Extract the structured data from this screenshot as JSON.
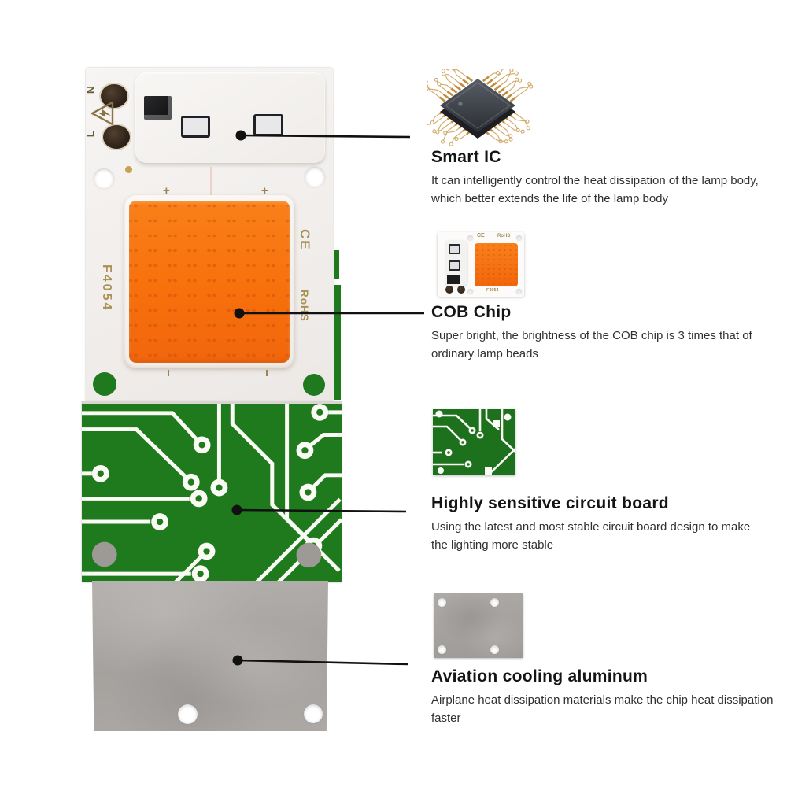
{
  "page": {
    "background": "#ffffff"
  },
  "product": {
    "white_board": {
      "marking_n": "N",
      "marking_l": "L",
      "plus_left": "+",
      "plus_right": "+",
      "model": "F4054",
      "ce": "CE",
      "rohs": "RoHS"
    },
    "colors": {
      "cob_orange": "#f8700c",
      "pcb_green": "#1e7a1d",
      "aluminum_gray": "#a8a4a1",
      "silkscreen_gold": "#a99158",
      "callout_black": "#111111"
    }
  },
  "cob_thumbnail": {
    "ce": "CE",
    "rohs": "RoHS",
    "model": "F4054"
  },
  "sections": [
    {
      "id": "smart-ic",
      "icon": "ic-chip-icon",
      "title": "Smart IC",
      "description_lines": [
        "It can intelligently control the heat dissipation of the lamp body,",
        "which better extends the life of the lamp body"
      ]
    },
    {
      "id": "cob-chip",
      "icon": "cob-module-thumbnail",
      "title": "COB Chip",
      "description_lines": [
        "Super bright, the brightness of the COB chip is 3 times that of",
        "ordinary lamp beads"
      ]
    },
    {
      "id": "circuit-board",
      "icon": "circuit-board-thumbnail",
      "title": "Highly sensitive circuit board",
      "description_lines": [
        "Using the latest and most stable circuit board design to make",
        "the lighting more stable"
      ]
    },
    {
      "id": "aluminum",
      "icon": "aluminum-plate-thumbnail",
      "title": "Aviation cooling aluminum",
      "description_lines": [
        "Airplane heat dissipation materials make the chip heat dissipation",
        "faster"
      ]
    }
  ]
}
